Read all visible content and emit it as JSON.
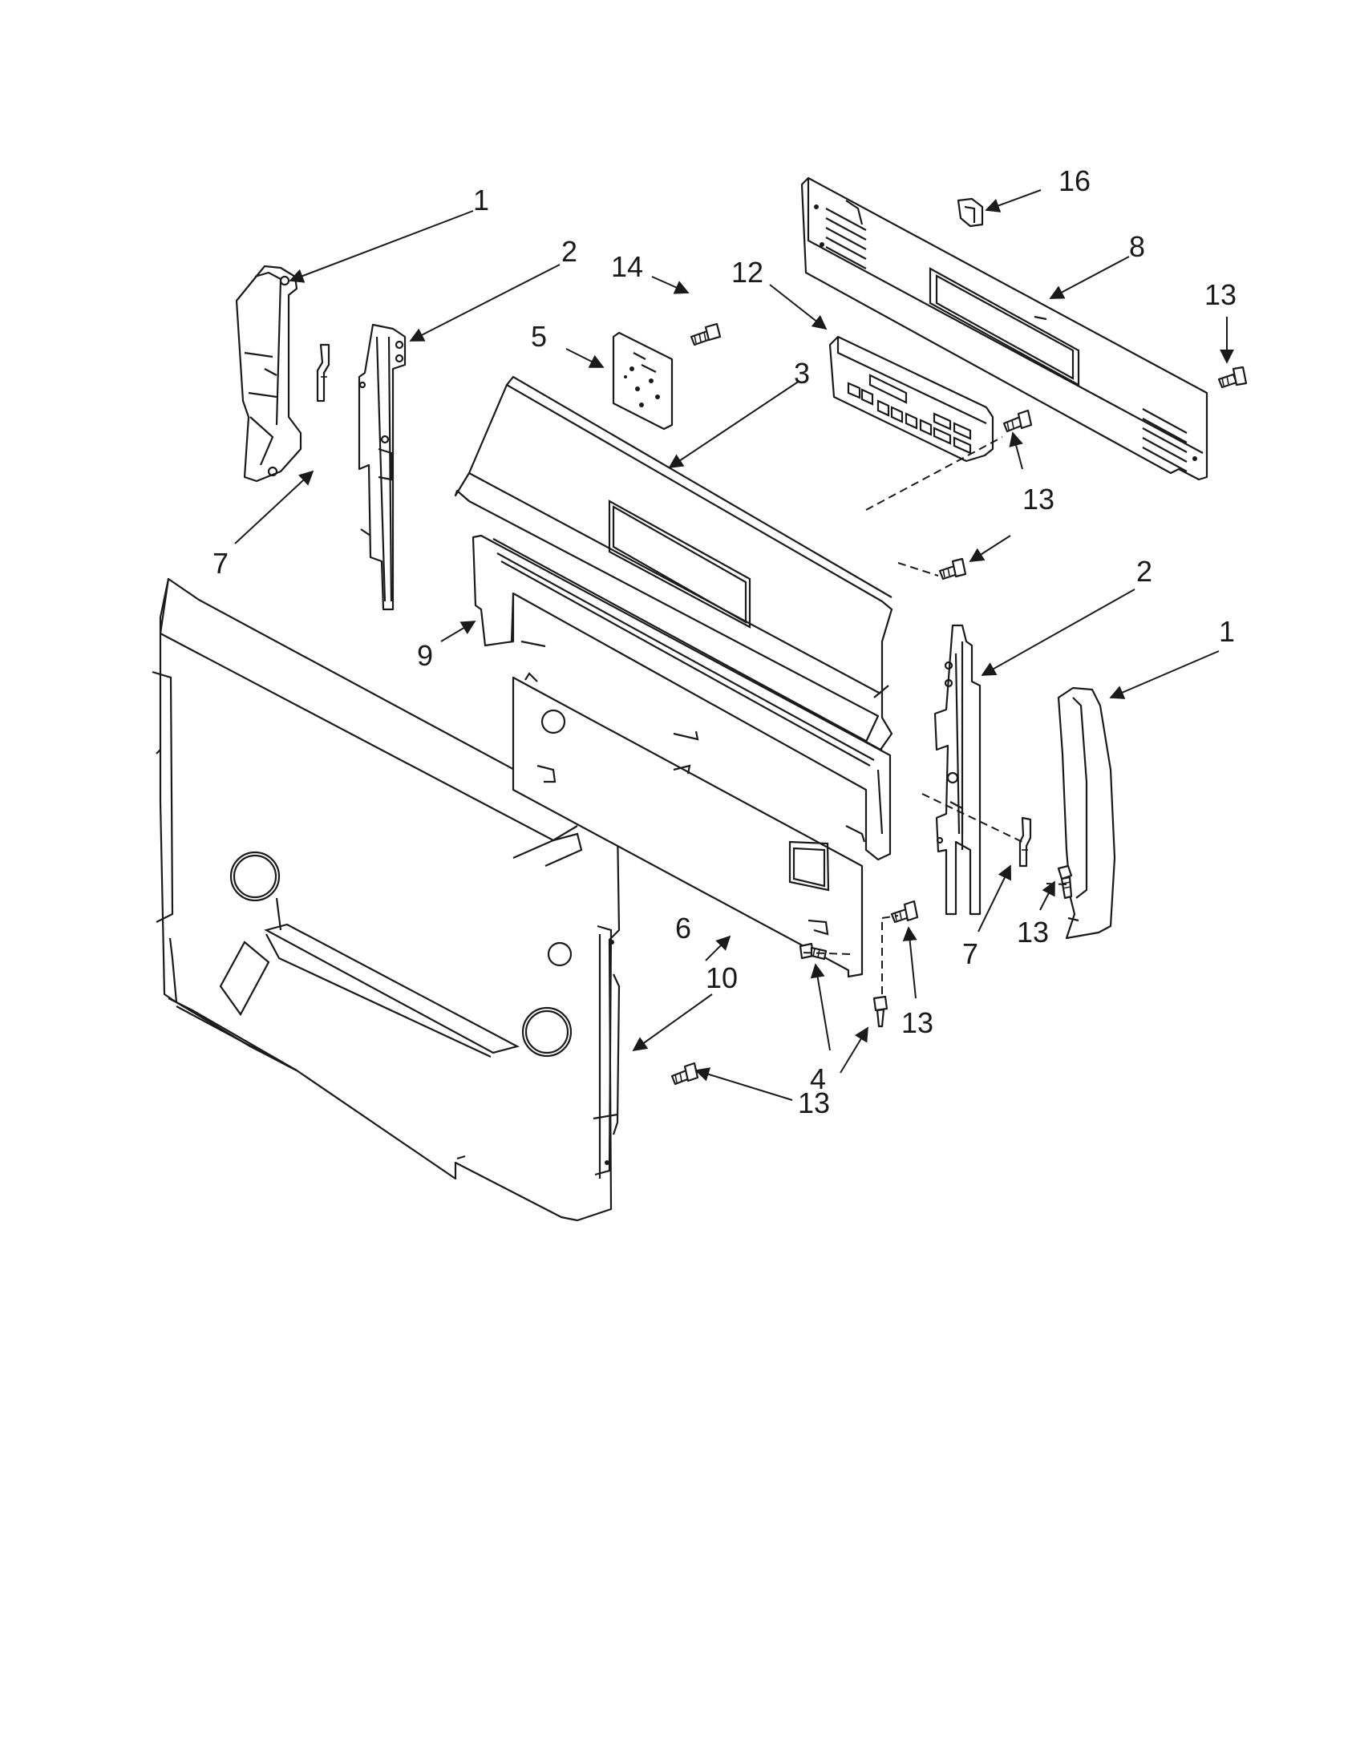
{
  "diagram": {
    "callouts": [
      "1",
      "2",
      "14",
      "5",
      "12",
      "3",
      "16",
      "8",
      "13",
      "7",
      "9",
      "10",
      "6",
      "4"
    ]
  },
  "colors": {
    "ink": "#1a1a1a",
    "paper": "#ffffff"
  }
}
